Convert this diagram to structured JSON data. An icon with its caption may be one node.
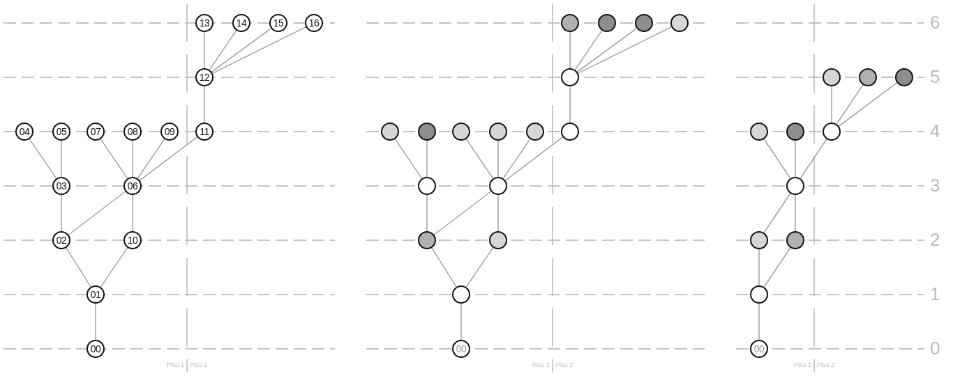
{
  "diagram": {
    "nodes": [
      {
        "text": [
          "00"
        ]
      },
      {
        "text": [
          "01"
        ]
      },
      {
        "text": [
          "02"
        ]
      },
      {
        "text": [
          "03"
        ]
      },
      {
        "text": [
          "04"
        ]
      },
      {
        "text": [
          "05"
        ]
      },
      {
        "text": [
          "06"
        ]
      },
      {
        "text": [
          "07"
        ]
      },
      {
        "text": [
          "08"
        ]
      },
      {
        "text": [
          "09"
        ]
      },
      {
        "text": [
          "10"
        ]
      },
      {
        "text": [
          "11"
        ]
      },
      {
        "text": [
          "12"
        ]
      },
      {
        "text": [
          "13"
        ]
      },
      {
        "text": [
          "14"
        ]
      },
      {
        "text": [
          "15"
        ]
      },
      {
        "text": [
          "16"
        ]
      },
      {
        "text": [
          "00"
        ]
      },
      {
        "text": [],
        "shape": "circle"
      },
      {
        "text": [],
        "shape": "circle"
      },
      {
        "text": [],
        "shape": "circle"
      },
      {
        "text": [],
        "shape": "circle"
      },
      {
        "text": [],
        "shape": "circle"
      },
      {
        "text": [],
        "shape": "circle"
      },
      {
        "text": [],
        "shape": "circle"
      },
      {
        "text": [],
        "shape": "circle"
      },
      {
        "text": [],
        "shape": "circle"
      },
      {
        "text": [],
        "shape": "circle"
      },
      {
        "text": [],
        "shape": "circle"
      },
      {
        "text": [],
        "shape": "circle"
      },
      {
        "text": [],
        "shape": "circle"
      },
      {
        "text": [],
        "shape": "circle"
      },
      {
        "text": [],
        "shape": "circle"
      },
      {
        "text": [],
        "shape": "circle"
      },
      {
        "text": [
          "00"
        ]
      },
      {
        "text": [],
        "shape": "circle"
      },
      {
        "text": [],
        "shape": "circle"
      },
      {
        "text": [],
        "shape": "circle"
      },
      {
        "text": [],
        "shape": "circle"
      },
      {
        "text": [],
        "shape": "circle"
      },
      {
        "text": [],
        "shape": "circle"
      },
      {
        "text": [],
        "shape": "circle"
      },
      {
        "text": [],
        "shape": "circle"
      },
      {
        "text": [],
        "shape": "circle"
      },
      {
        "text": [],
        "shape": "circle"
      }
    ],
    "edges": [
      {
        "from": 0,
        "to": 1,
        "arrow": "none"
      },
      {
        "from": 1,
        "to": 2,
        "arrow": "none"
      },
      {
        "from": 1,
        "to": 10,
        "arrow": "none"
      },
      {
        "from": 2,
        "to": 3,
        "arrow": "none"
      },
      {
        "from": 2,
        "to": 6,
        "arrow": "none"
      },
      {
        "from": 10,
        "to": 6,
        "arrow": "none"
      },
      {
        "from": 3,
        "to": 4,
        "arrow": "none"
      },
      {
        "from": 3,
        "to": 5,
        "arrow": "none"
      },
      {
        "from": 6,
        "to": 7,
        "arrow": "none"
      },
      {
        "from": 6,
        "to": 8,
        "arrow": "none"
      },
      {
        "from": 6,
        "to": 9,
        "arrow": "none"
      },
      {
        "from": 6,
        "to": 11,
        "arrow": "none"
      },
      {
        "from": 11,
        "to": 12,
        "arrow": "none"
      },
      {
        "from": 12,
        "to": 13,
        "arrow": "none"
      },
      {
        "from": 12,
        "to": 14,
        "arrow": "none"
      },
      {
        "from": 12,
        "to": 15,
        "arrow": "none"
      },
      {
        "from": 12,
        "to": 16,
        "arrow": "none"
      },
      {
        "from": 17,
        "to": 18,
        "arrow": "none"
      },
      {
        "from": 18,
        "to": 19,
        "arrow": "none"
      },
      {
        "from": 18,
        "to": 27,
        "arrow": "none"
      },
      {
        "from": 19,
        "to": 20,
        "arrow": "none"
      },
      {
        "from": 19,
        "to": 23,
        "arrow": "none"
      },
      {
        "from": 27,
        "to": 23,
        "arrow": "none"
      },
      {
        "from": 20,
        "to": 21,
        "arrow": "none"
      },
      {
        "from": 20,
        "to": 22,
        "arrow": "none"
      },
      {
        "from": 23,
        "to": 24,
        "arrow": "none"
      },
      {
        "from": 23,
        "to": 25,
        "arrow": "none"
      },
      {
        "from": 23,
        "to": 26,
        "arrow": "none"
      },
      {
        "from": 23,
        "to": 28,
        "arrow": "none"
      },
      {
        "from": 28,
        "to": 29,
        "arrow": "none"
      },
      {
        "from": 29,
        "to": 30,
        "arrow": "none"
      },
      {
        "from": 29,
        "to": 31,
        "arrow": "none"
      },
      {
        "from": 29,
        "to": 32,
        "arrow": "none"
      },
      {
        "from": 29,
        "to": 33,
        "arrow": "none"
      },
      {
        "from": 34,
        "to": 35,
        "arrow": "none"
      },
      {
        "from": 35,
        "to": 36,
        "arrow": "none"
      },
      {
        "from": 35,
        "to": 37,
        "arrow": "none"
      },
      {
        "from": 36,
        "to": 38,
        "arrow": "none"
      },
      {
        "from": 37,
        "to": 38,
        "arrow": "none"
      },
      {
        "from": 38,
        "to": 39,
        "arrow": "none"
      },
      {
        "from": 38,
        "to": 40,
        "arrow": "none"
      },
      {
        "from": 38,
        "to": 41,
        "arrow": "none"
      },
      {
        "from": 41,
        "to": 42,
        "arrow": "none"
      },
      {
        "from": 41,
        "to": 43,
        "arrow": "none"
      },
      {
        "from": 41,
        "to": 44,
        "arrow": "none"
      }
    ],
    "labels": [
      "6",
      "5",
      "4",
      "3",
      "2",
      "1",
      "0",
      "Piso 1",
      "Piso 2",
      "Piso 1",
      "Piso 2",
      "Piso 1",
      "Piso 2"
    ]
  }
}
